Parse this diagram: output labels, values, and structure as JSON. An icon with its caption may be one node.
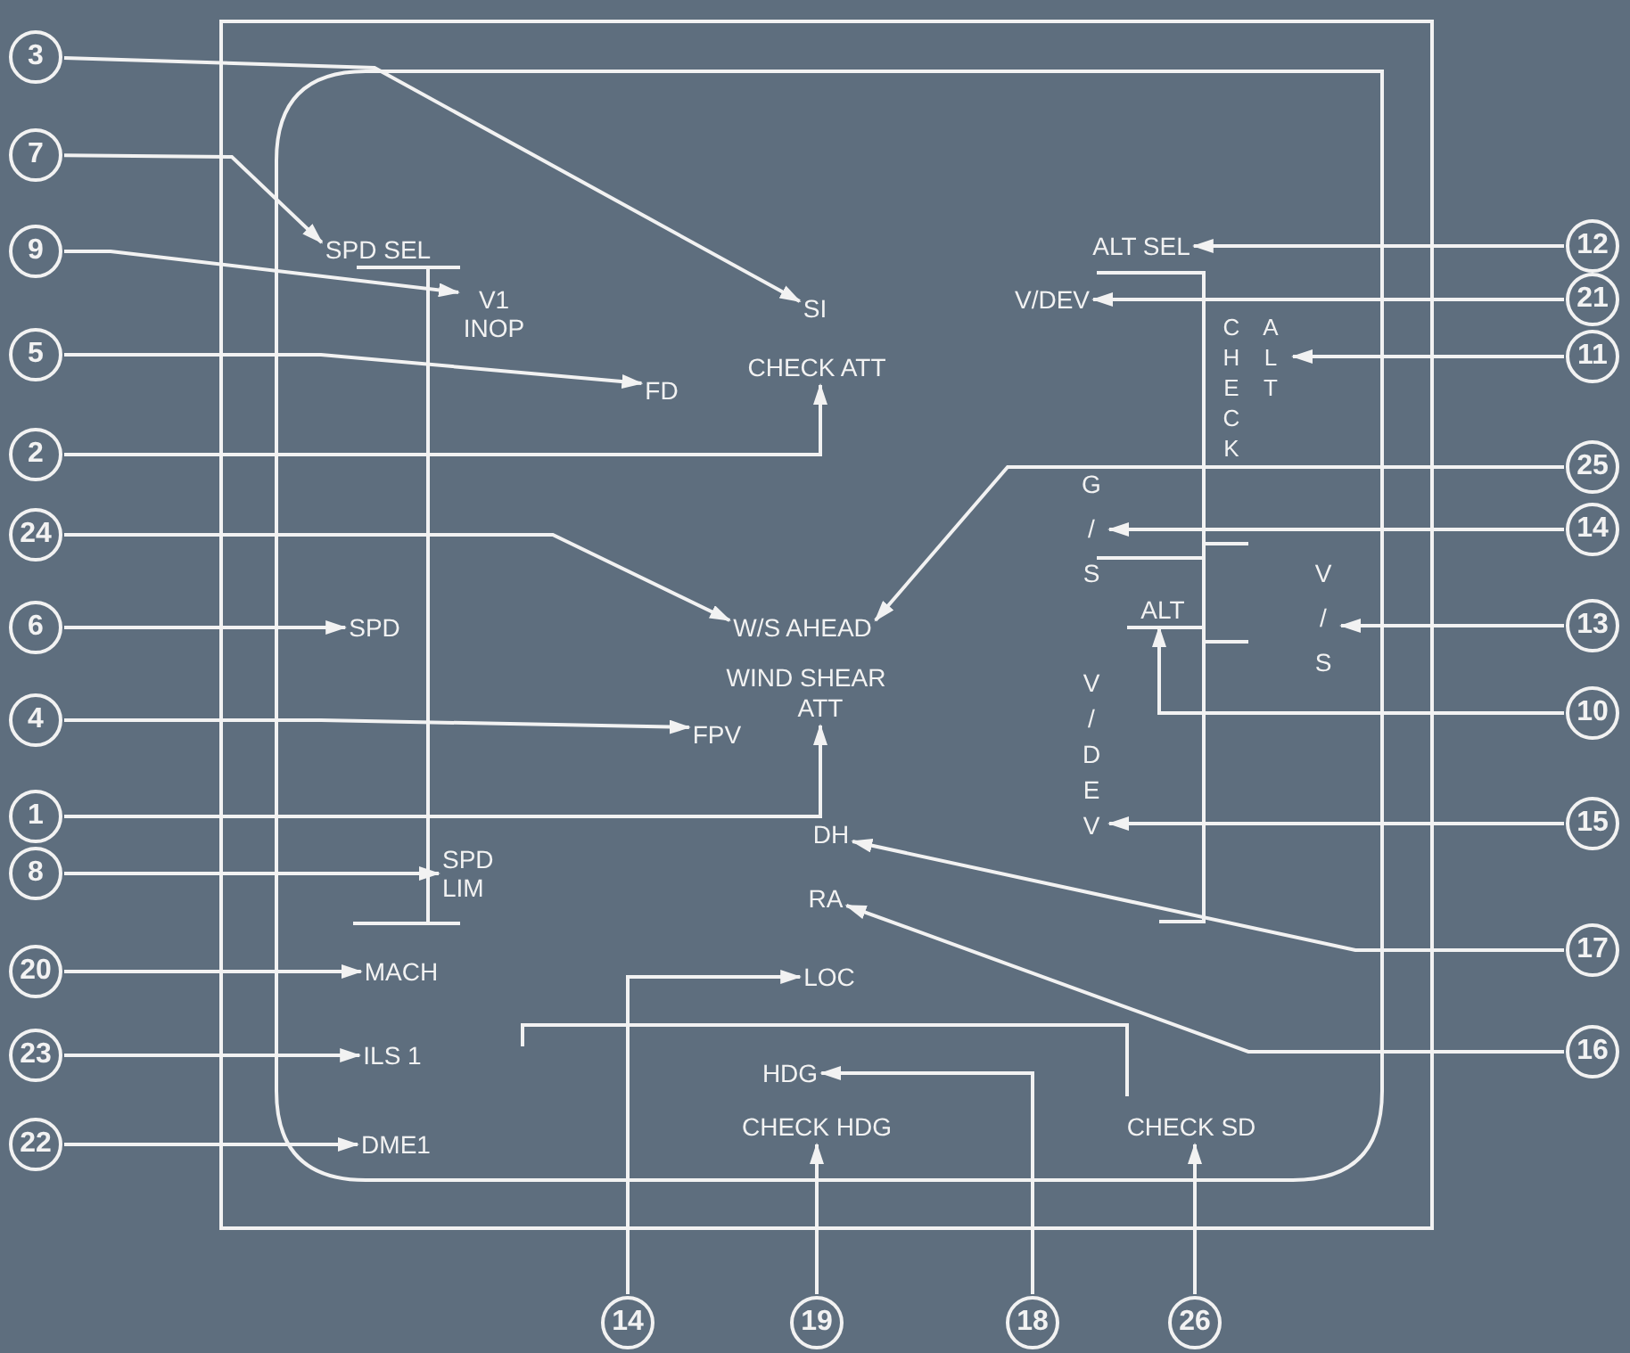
{
  "diagram": {
    "nodes": [
      {
        "text": [
          "3"
        ]
      },
      {
        "text": [
          "7"
        ]
      },
      {
        "text": [
          "9"
        ]
      },
      {
        "text": [
          "5"
        ]
      },
      {
        "text": [
          "2"
        ]
      },
      {
        "text": [
          "24"
        ]
      },
      {
        "text": [
          "6"
        ]
      },
      {
        "text": [
          "4"
        ]
      },
      {
        "text": [
          "1"
        ]
      },
      {
        "text": [
          "8"
        ]
      },
      {
        "text": [
          "20"
        ]
      },
      {
        "text": [
          "23"
        ]
      },
      {
        "text": [
          "22"
        ]
      },
      {
        "text": [
          "12"
        ]
      },
      {
        "text": [
          "21"
        ]
      },
      {
        "text": [
          "11"
        ]
      },
      {
        "text": [
          "25"
        ]
      },
      {
        "text": [
          "14"
        ]
      },
      {
        "text": [
          "13"
        ]
      },
      {
        "text": [
          "10"
        ]
      },
      {
        "text": [
          "15"
        ]
      },
      {
        "text": [
          "17"
        ]
      },
      {
        "text": [
          "16"
        ]
      },
      {
        "text": [
          "14"
        ]
      },
      {
        "text": [
          "19"
        ]
      },
      {
        "text": [
          "18"
        ]
      },
      {
        "text": [
          "26"
        ]
      },
      {
        "text": [
          "SPD SEL"
        ]
      },
      {
        "text": [
          "V1 INOP"
        ]
      },
      {
        "text": [
          "SI"
        ]
      },
      {
        "text": [
          "CHECK ATT"
        ]
      },
      {
        "text": [
          "FD"
        ]
      },
      {
        "text": [
          "W/S AHEAD"
        ]
      },
      {
        "text": [
          "SPD"
        ]
      },
      {
        "text": [
          "FPV"
        ]
      },
      {
        "text": [
          "ATT"
        ]
      },
      {
        "text": [
          "SPD LIM"
        ]
      },
      {
        "text": [
          "MACH"
        ]
      },
      {
        "text": [
          "ILS 1"
        ]
      },
      {
        "text": [
          "DME1"
        ]
      },
      {
        "text": [
          "ALT SEL"
        ]
      },
      {
        "text": [
          "V/DEV"
        ]
      },
      {
        "text": [
          "CHECK ALT"
        ]
      },
      {
        "text": [
          "G/S"
        ]
      },
      {
        "text": [
          "V/S"
        ]
      },
      {
        "text": [
          "ALT"
        ]
      },
      {
        "text": [
          "V/DEV"
        ]
      },
      {
        "text": [
          "DH"
        ]
      },
      {
        "text": [
          "RA"
        ]
      },
      {
        "text": [
          "LOC"
        ]
      },
      {
        "text": [
          "HDG"
        ]
      },
      {
        "text": [
          "CHECK HDG"
        ]
      },
      {
        "text": [
          "CHECK SD"
        ]
      }
    ],
    "edges": [
      {
        "from": 0,
        "to": 29,
        "arrow": "to"
      },
      {
        "from": 1,
        "to": 27,
        "arrow": "to"
      },
      {
        "from": 2,
        "to": 28,
        "arrow": "to"
      },
      {
        "from": 3,
        "to": 31,
        "arrow": "to"
      },
      {
        "from": 4,
        "to": 30,
        "arrow": "to"
      },
      {
        "from": 5,
        "to": 32,
        "arrow": "to"
      },
      {
        "from": 6,
        "to": 33,
        "arrow": "to"
      },
      {
        "from": 7,
        "to": 34,
        "arrow": "to"
      },
      {
        "from": 8,
        "to": 35,
        "arrow": "to"
      },
      {
        "from": 9,
        "to": 36,
        "arrow": "to"
      },
      {
        "from": 10,
        "to": 37,
        "arrow": "to"
      },
      {
        "from": 11,
        "to": 38,
        "arrow": "to"
      },
      {
        "from": 12,
        "to": 39,
        "arrow": "to"
      },
      {
        "from": 13,
        "to": 40,
        "arrow": "to"
      },
      {
        "from": 14,
        "to": 41,
        "arrow": "to"
      },
      {
        "from": 15,
        "to": 42,
        "arrow": "to"
      },
      {
        "from": 16,
        "to": 32,
        "arrow": "to"
      },
      {
        "from": 17,
        "to": 43,
        "arrow": "to"
      },
      {
        "from": 18,
        "to": 44,
        "arrow": "to"
      },
      {
        "from": 19,
        "to": 45,
        "arrow": "to"
      },
      {
        "from": 20,
        "to": 46,
        "arrow": "to"
      },
      {
        "from": 21,
        "to": 47,
        "arrow": "to"
      },
      {
        "from": 22,
        "to": 48,
        "arrow": "to"
      },
      {
        "from": 23,
        "to": 49,
        "arrow": "to"
      },
      {
        "from": 24,
        "to": 51,
        "arrow": "to"
      },
      {
        "from": 25,
        "to": 50,
        "arrow": "to"
      },
      {
        "from": 26,
        "to": 52,
        "arrow": "to"
      }
    ],
    "labels": [
      "WIND SHEAR"
    ]
  }
}
